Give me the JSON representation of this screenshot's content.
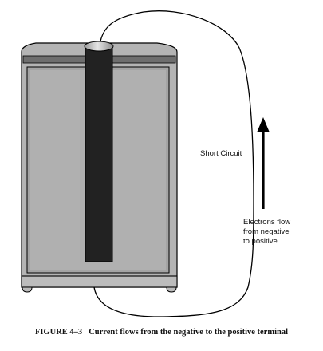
{
  "labels": {
    "short_circuit": "Short Circuit",
    "electrons_flow": [
      "Electrons flow",
      "from negative",
      "to positive"
    ]
  },
  "caption": {
    "figure_number": "FIGURE 4–3",
    "text": "Current flows from the negative to the positive terminal"
  },
  "colors": {
    "casing_fill": "#b4b4b4",
    "casing_inner_shade": "#8a8a8a",
    "top_band": "#6e6e6e",
    "electrode": "#222222",
    "outline": "#000000",
    "wire": "#000000"
  }
}
